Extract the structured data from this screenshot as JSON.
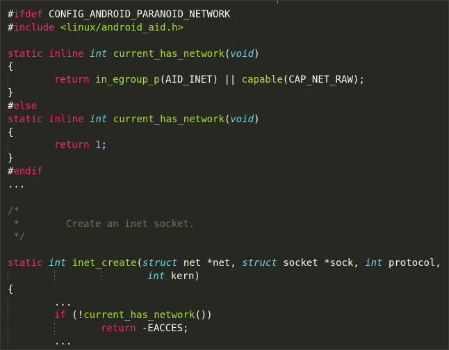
{
  "colors": {
    "background": "#272822",
    "text": "#f8f8f2",
    "keyword": "#f92672",
    "type": "#66d9ef",
    "function": "#a6e22e",
    "number": "#ae81ff",
    "comment": "#75715e"
  },
  "lines": [
    [
      [
        "t",
        "#"
      ],
      [
        "kw",
        "ifdef"
      ],
      [
        "t",
        " CONFIG_ANDROID_PARANOID_NETWORK"
      ]
    ],
    [
      [
        "t",
        "#"
      ],
      [
        "kw",
        "include"
      ],
      [
        "t",
        " "
      ],
      [
        "fn",
        "<linux/android_aid.h>"
      ]
    ],
    [],
    [
      [
        "kw",
        "static"
      ],
      [
        "t",
        " "
      ],
      [
        "kw",
        "inline"
      ],
      [
        "t",
        " "
      ],
      [
        "ty",
        "int"
      ],
      [
        "t",
        " "
      ],
      [
        "fn",
        "current_has_network"
      ],
      [
        "t",
        "("
      ],
      [
        "ty",
        "void"
      ],
      [
        "t",
        ")"
      ]
    ],
    [
      [
        "t",
        "{"
      ]
    ],
    [
      [
        "tab",
        ""
      ],
      [
        "kw",
        "return"
      ],
      [
        "t",
        " "
      ],
      [
        "fn",
        "in_egroup_p"
      ],
      [
        "t",
        "(AID_INET) || "
      ],
      [
        "fn",
        "capable"
      ],
      [
        "t",
        "(CAP_NET_RAW);"
      ]
    ],
    [
      [
        "t",
        "}"
      ]
    ],
    [
      [
        "t",
        "#"
      ],
      [
        "kw",
        "else"
      ]
    ],
    [
      [
        "kw",
        "static"
      ],
      [
        "t",
        " "
      ],
      [
        "kw",
        "inline"
      ],
      [
        "t",
        " "
      ],
      [
        "ty",
        "int"
      ],
      [
        "t",
        " "
      ],
      [
        "fn",
        "current_has_network"
      ],
      [
        "t",
        "("
      ],
      [
        "ty",
        "void"
      ],
      [
        "t",
        ")"
      ]
    ],
    [
      [
        "t",
        "{"
      ]
    ],
    [
      [
        "tab",
        ""
      ],
      [
        "kw",
        "return"
      ],
      [
        "t",
        " "
      ],
      [
        "num",
        "1"
      ],
      [
        "t",
        ";"
      ]
    ],
    [
      [
        "t",
        "}"
      ]
    ],
    [
      [
        "t",
        "#"
      ],
      [
        "kw",
        "endif"
      ]
    ],
    [
      [
        "t",
        "..."
      ]
    ],
    [],
    [
      [
        "cm",
        "/*"
      ]
    ],
    [
      [
        "cm",
        " *"
      ],
      [
        "tabnb",
        ""
      ],
      [
        "cm",
        "Create an inet socket."
      ]
    ],
    [
      [
        "cm",
        " */"
      ]
    ],
    [],
    [
      [
        "kw",
        "static"
      ],
      [
        "t",
        " "
      ],
      [
        "ty",
        "int"
      ],
      [
        "t",
        " "
      ],
      [
        "fn",
        "inet_create"
      ],
      [
        "t",
        "("
      ],
      [
        "ty",
        "struct"
      ],
      [
        "t",
        " net *net, "
      ],
      [
        "ty",
        "struct"
      ],
      [
        "t",
        " socket *sock, "
      ],
      [
        "ty",
        "int"
      ],
      [
        "t",
        " protocol,"
      ]
    ],
    [
      [
        "tab",
        ""
      ],
      [
        "tab",
        ""
      ],
      [
        "tab",
        ""
      ],
      [
        "ty",
        "int"
      ],
      [
        "t",
        " kern)"
      ]
    ],
    [
      [
        "t",
        "{"
      ]
    ],
    [
      [
        "tab",
        ""
      ],
      [
        "t",
        "..."
      ]
    ],
    [
      [
        "tab",
        ""
      ],
      [
        "kw",
        "if"
      ],
      [
        "t",
        " (!"
      ],
      [
        "fn",
        "current_has_network"
      ],
      [
        "t",
        "())"
      ]
    ],
    [
      [
        "tab",
        ""
      ],
      [
        "tab",
        ""
      ],
      [
        "kw",
        "return"
      ],
      [
        "t",
        " -EACCES;"
      ]
    ],
    [
      [
        "tab",
        ""
      ],
      [
        "t",
        "..."
      ]
    ]
  ]
}
